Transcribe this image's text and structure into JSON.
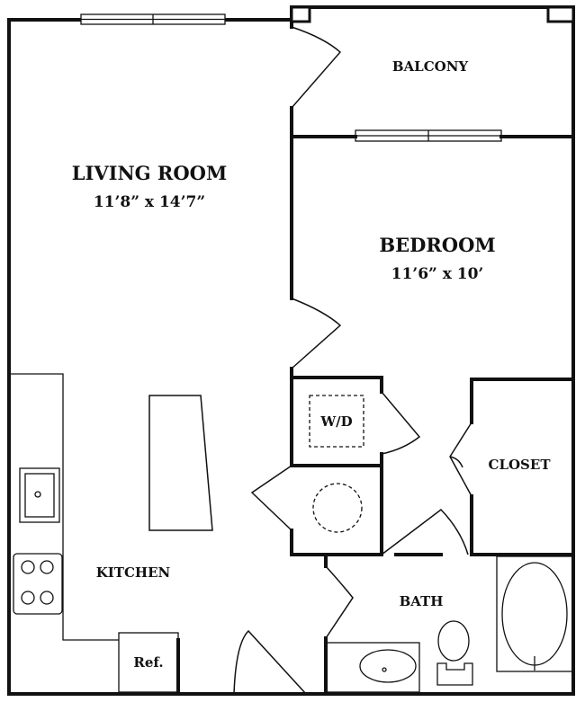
{
  "rooms": {
    "living": {
      "name": "LIVING ROOM",
      "dims": "11’8” x 14’7”"
    },
    "bedroom": {
      "name": "BEDROOM",
      "dims": "11’6” x 10’"
    },
    "balcony": {
      "name": "BALCONY"
    },
    "kitchen": {
      "name": "KITCHEN"
    },
    "bath": {
      "name": "BATH"
    },
    "closet": {
      "name": "CLOSET"
    },
    "wd": {
      "name": "W/D"
    },
    "ref": {
      "name": "Ref."
    }
  }
}
